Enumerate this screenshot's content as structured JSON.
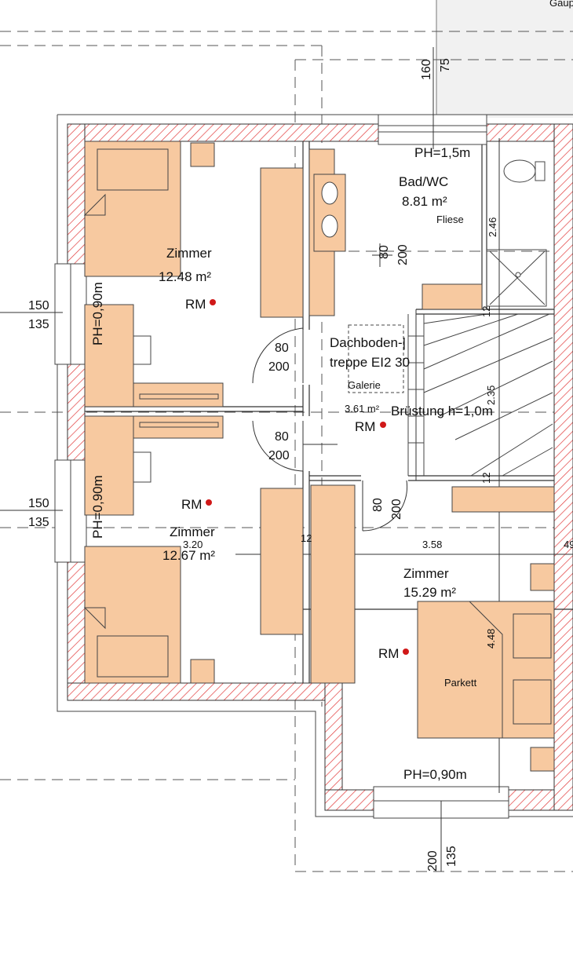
{
  "top_right_label": "Gaup",
  "rooms": {
    "zimmer_nw": {
      "name": "Zimmer",
      "area": "12.48 m²",
      "rm": "RM"
    },
    "zimmer_sw": {
      "name": "Zimmer",
      "area": "12.67 m²",
      "rm": "RM"
    },
    "zimmer_se": {
      "name": "Zimmer",
      "area": "15.29 m²",
      "rm": "RM",
      "floor": "Parkett"
    },
    "bad": {
      "name": "Bad/WC",
      "area": "8.81 m²",
      "floor": "Fliese",
      "window_ph": "PH=1,5m"
    },
    "galerie": {
      "stair_line1": "Dachboden-|",
      "stair_line2": "treppe EI2 30",
      "name": "Galerie",
      "area": "3.61 m²",
      "rm": "RM",
      "railing": "Brüstung h=1,0m"
    }
  },
  "windows": {
    "west_top_ph": "PH=0,90m",
    "west_bottom_ph": "PH=0,90m",
    "south_ph": "PH=0,90m"
  },
  "dimensions": {
    "top_window_a": "160",
    "top_window_b": "75",
    "west_top_a": "150",
    "west_top_b": "135",
    "west_bottom_a": "150",
    "west_bottom_b": "135",
    "door_nw_a": "80",
    "door_nw_b": "200",
    "door_sw_a": "80",
    "door_sw_b": "200",
    "door_bad_a": "80",
    "door_bad_b": "200",
    "door_se_a": "80",
    "door_se_b": "200",
    "bottom_window_a": "200",
    "bottom_window_b": "135",
    "bad_width": "2.46",
    "stair_top": "12",
    "stair_bottom": "12",
    "stair_width": "2.35",
    "zimmer_sw_width": "3.20",
    "wall_thickness": "12",
    "zimmer_se_width": "3.58",
    "right_partial": "49",
    "zimmer_se_depth": "4.48"
  },
  "colors": {
    "wall_hatch": "#e23b3b",
    "furniture": "#f7c9a0",
    "rm_dot": "#d01818",
    "line": "#333333"
  }
}
